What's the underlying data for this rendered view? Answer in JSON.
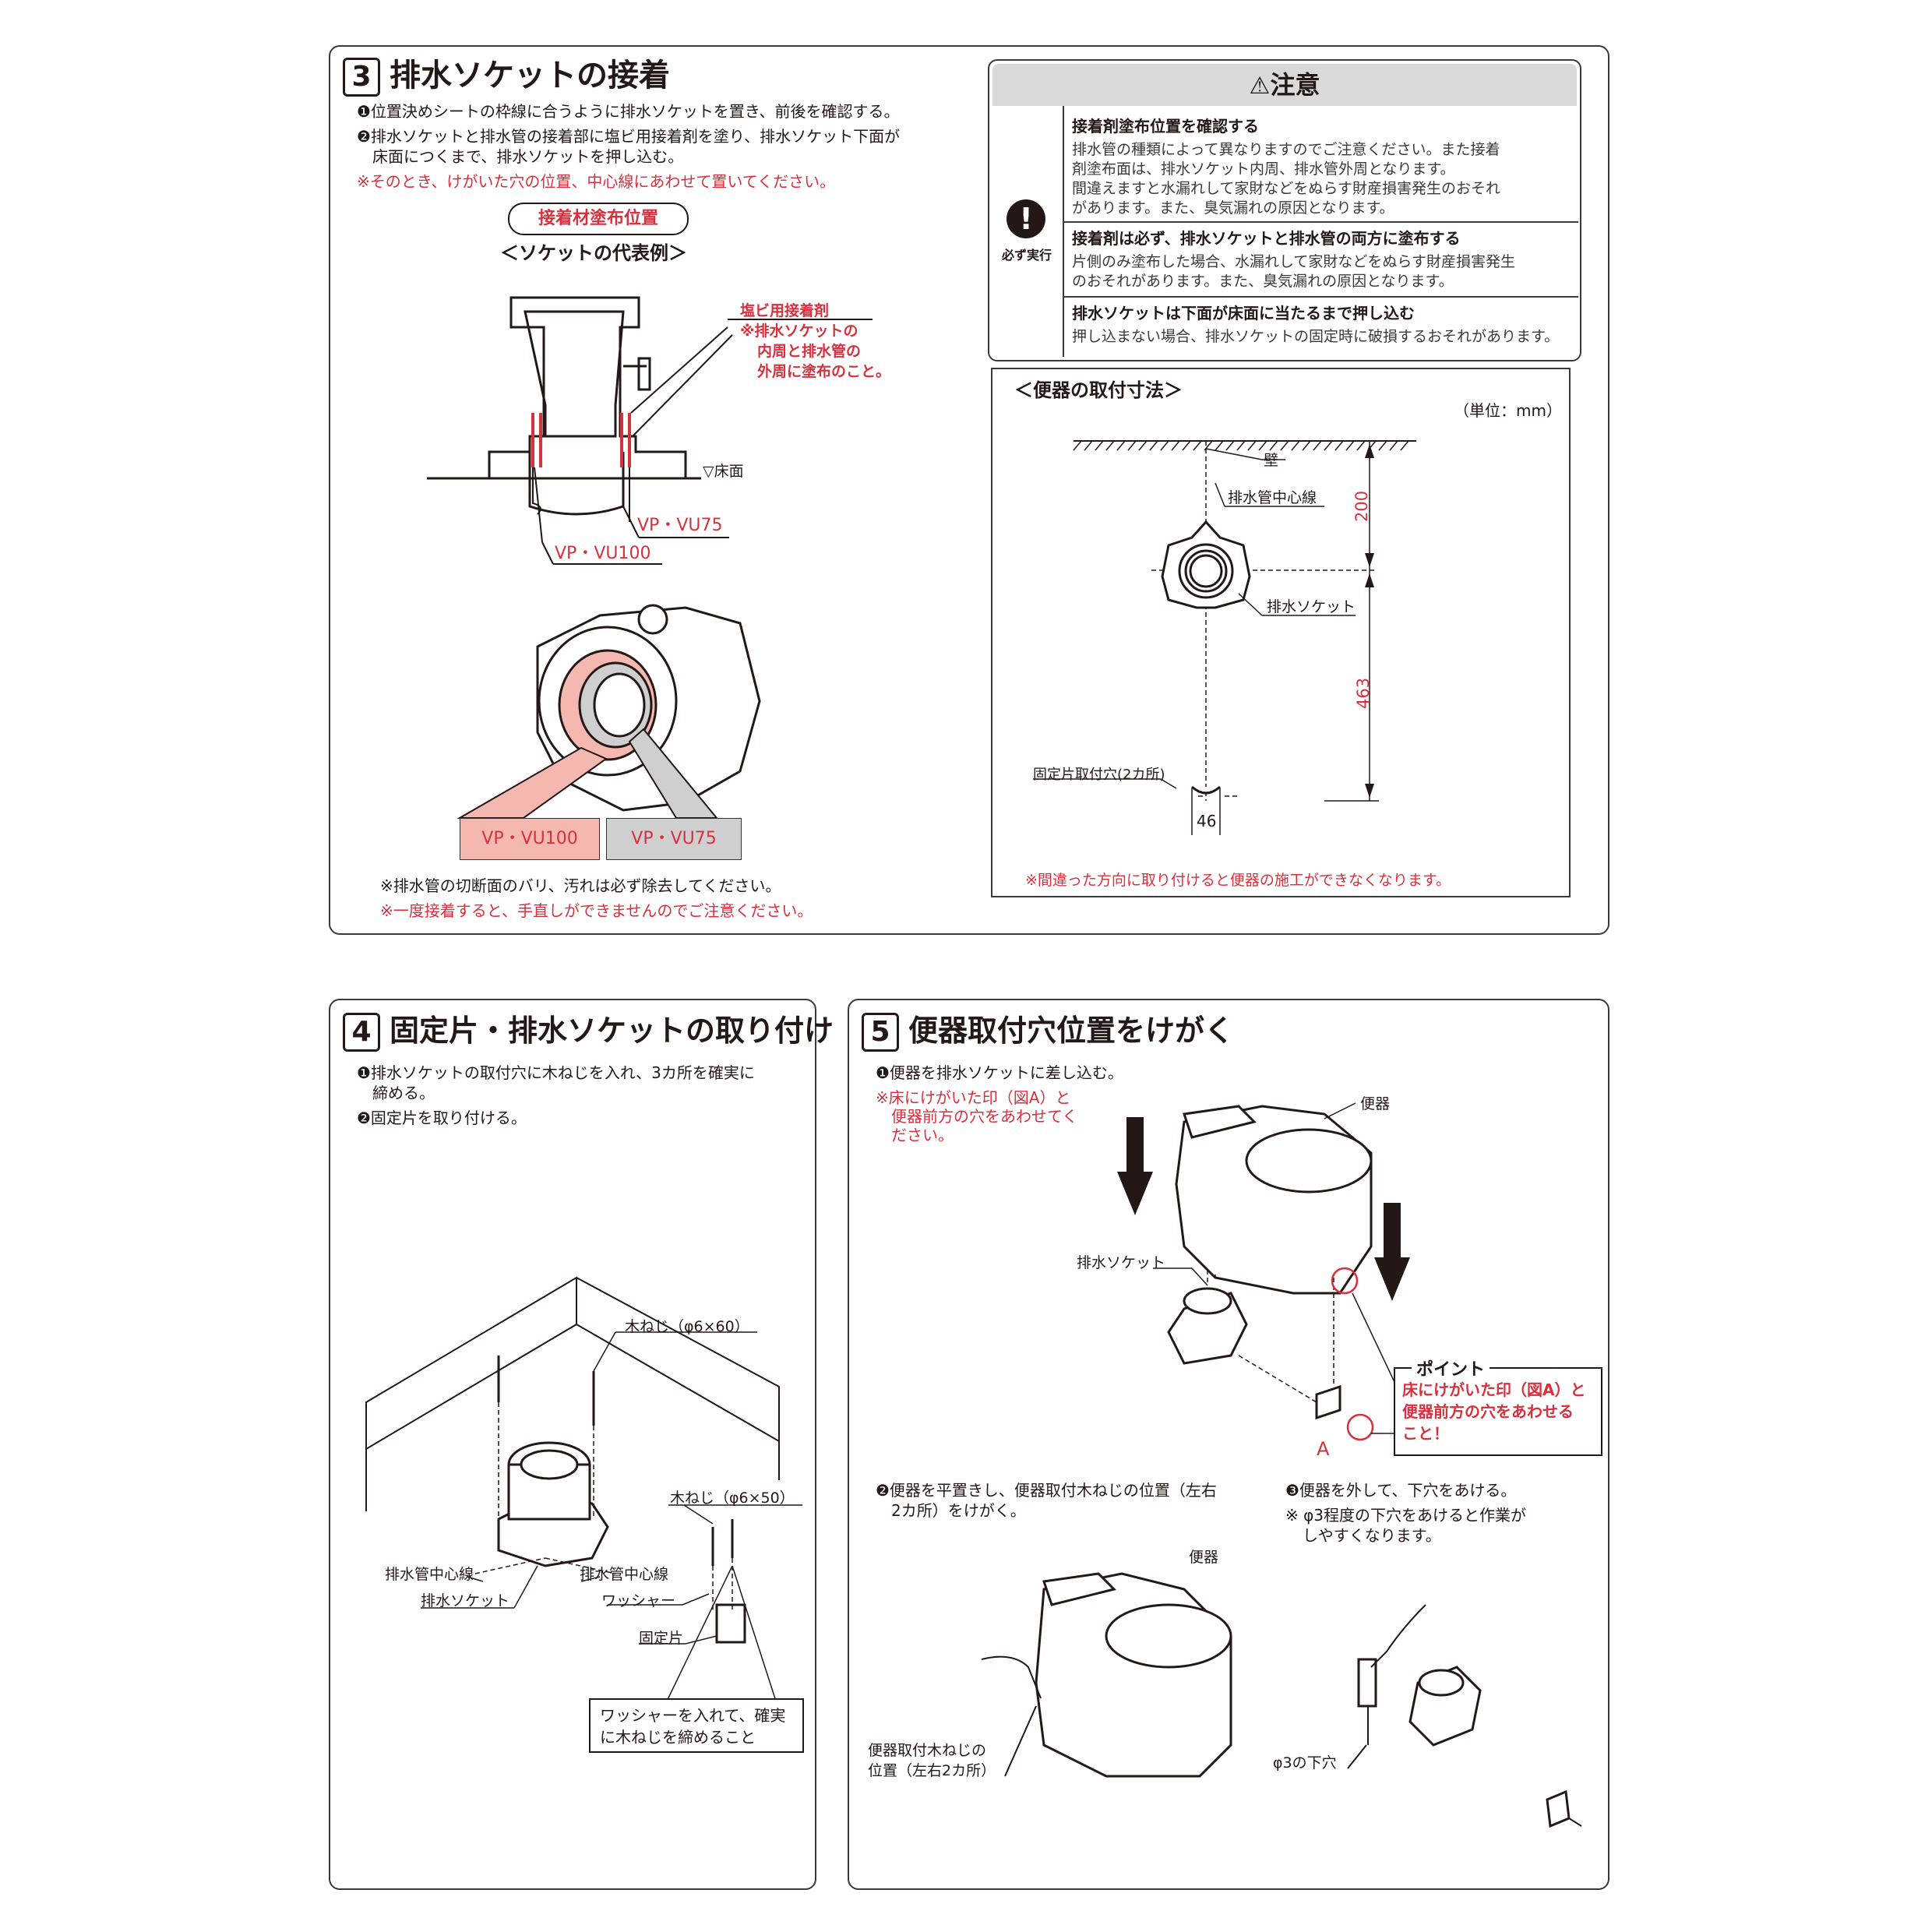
{
  "s3": {
    "num": "3",
    "title": "排水ソケットの接着",
    "step1": "❶位置決めシートの枠線に合うように排水ソケットを置き、前後を確認する。",
    "step2a": "❷排水ソケットと排水管の接着部に塩ビ用接着剤を塗り、排水ソケット下面が",
    "step2b": "床面につくまで、排水ソケットを押し込む。",
    "note_red": "※そのとき、けがいた穴の位置、中心線にあわせて置いてください。",
    "pill": "接着材塗布位置",
    "example": "＜ソケットの代表例＞",
    "glue_label": "塩ビ用接着剤",
    "glue_note1": "※排水ソケットの",
    "glue_note2": "内周と排水管の",
    "glue_note3": "外周に塗布のこと。",
    "floor": "▽床面",
    "vp75": "VP・VU75",
    "vp100": "VP・VU100",
    "box100": "VP・VU100",
    "box75": "VP・VU75",
    "foot1": "※排水管の切断面のバリ、汚れは必ず除去してください。",
    "foot2": "※一度接着すると、手直しができませんのでご注意ください。"
  },
  "caution": {
    "title": "注意",
    "must": "必ず実行",
    "r1_title": "接着剤塗布位置を確認する",
    "r1_l1": "排水管の種類によって異なりますのでご注意ください。また接着",
    "r1_l2": "剤塗布面は、排水ソケット内周、排水管外周となります。",
    "r1_l3": "間違えますと水漏れして家財などをぬらす財産損害発生のおそれ",
    "r1_l4": "があります。また、臭気漏れの原因となります。",
    "r2_title": "接着剤は必ず、排水ソケットと排水管の両方に塗布する",
    "r2_l1": "片側のみ塗布した場合、水漏れして家財などをぬらす財産損害発生",
    "r2_l2": "のおそれがあります。また、臭気漏れの原因となります。",
    "r3_title": "排水ソケットは下面が床面に当たるまで押し込む",
    "r3_l1": "押し込まない場合、排水ソケットの固定時に破損するおそれがあります。"
  },
  "dims": {
    "title": "＜便器の取付寸法＞",
    "unit": "（単位：mm）",
    "wall": "壁",
    "center": "排水管中心線",
    "socket": "排水ソケット",
    "d200": "200",
    "d463": "463",
    "hole": "固定片取付穴(2カ所)",
    "d46": "46",
    "note": "※間違った方向に取り付けると便器の施工ができなくなります。"
  },
  "s4": {
    "num": "4",
    "title": "固定片・排水ソケットの取り付け",
    "step1a": "❶排水ソケットの取付穴に木ねじを入れ、3カ所を確実に",
    "step1b": "締める。",
    "step2": "❷固定片を取り付ける。",
    "screw60": "木ねじ（φ6×60）",
    "screw50": "木ねじ（φ6×50）",
    "center_l": "排水管中心線",
    "center_r": "排水管中心線",
    "socket": "排水ソケット",
    "washer": "ワッシャー",
    "fixer": "固定片",
    "box1": "ワッシャーを入れて、確実",
    "box2": "に木ねじを締めること"
  },
  "s5": {
    "num": "5",
    "title": "便器取付穴位置をけがく",
    "step1": "❶便器を排水ソケットに差し込む。",
    "n1": "※床にけがいた印（図A）と",
    "n2": "便器前方の穴をあわせてく",
    "n3": "ださい。",
    "toilet": "便器",
    "socket": "排水ソケット",
    "point": "ポイント",
    "p1": "床にけがいた印（図A）と",
    "p2": "便器前方の穴をあわせる",
    "p3": "こと！",
    "A": "A",
    "step2a": "❷便器を平置きし、便器取付木ねじの位置（左右",
    "step2b": "2カ所）をけがく。",
    "step3": "❸便器を外して、下穴をあける。",
    "n3a": "※ φ3程度の下穴をあけると作業が",
    "n3b": "しやすくなります。",
    "toilet2": "便器",
    "pos1": "便器取付木ねじの",
    "pos2": "位置（左右2カ所）",
    "pilot": "φ3の下穴"
  }
}
